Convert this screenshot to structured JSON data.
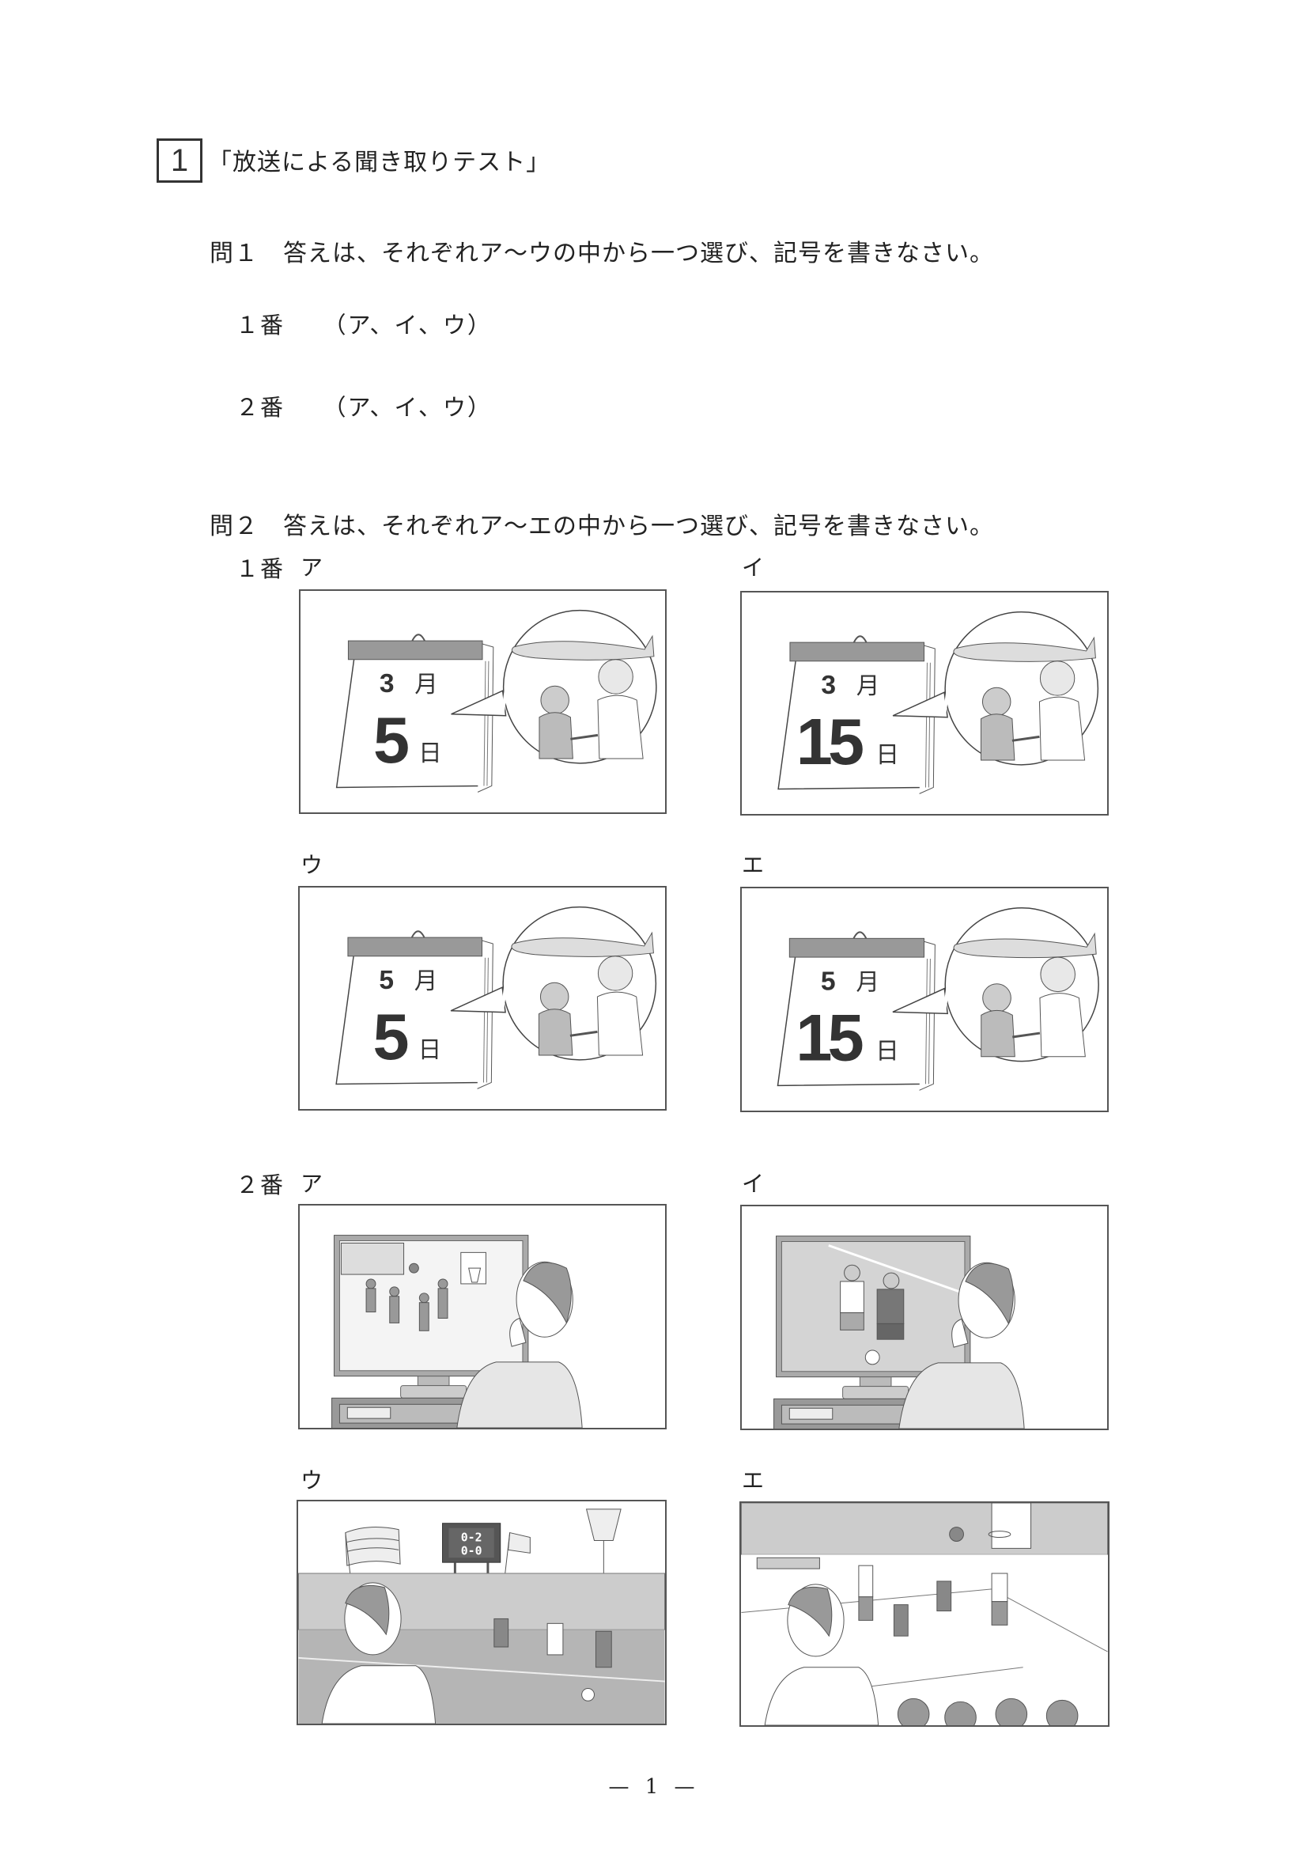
{
  "section": {
    "number": "1",
    "title": "「放送による聞き取りテスト」"
  },
  "q1": {
    "instruction": "問１　答えは、それぞれア～ウの中から一つ選び、記号を書きなさい。",
    "items": [
      {
        "label": "１番",
        "choices": "（ア、イ、ウ）"
      },
      {
        "label": "２番",
        "choices": "（ア、イ、ウ）"
      }
    ]
  },
  "q2": {
    "instruction": "問２　答えは、それぞれア～エの中から一つ選び、記号を書きなさい。",
    "item1": {
      "label": "１番",
      "options": [
        {
          "key": "ア",
          "month": "3",
          "month_unit": "月",
          "day": "5",
          "day_unit": "日",
          "scene": "airport-handshake"
        },
        {
          "key": "イ",
          "month": "3",
          "month_unit": "月",
          "day": "15",
          "day_unit": "日",
          "scene": "airport-handshake"
        },
        {
          "key": "ウ",
          "month": "5",
          "month_unit": "月",
          "day": "5",
          "day_unit": "日",
          "scene": "airport-handshake"
        },
        {
          "key": "エ",
          "month": "5",
          "month_unit": "月",
          "day": "15",
          "day_unit": "日",
          "scene": "airport-handshake"
        }
      ]
    },
    "item2": {
      "label": "２番",
      "options": [
        {
          "key": "ア",
          "scene": "watching-basketball-on-tv"
        },
        {
          "key": "イ",
          "scene": "watching-soccer-on-tv"
        },
        {
          "key": "ウ",
          "scene": "watching-soccer-at-stadium",
          "scoreboard": [
            "0-2",
            "0-0"
          ]
        },
        {
          "key": "エ",
          "scene": "watching-basketball-at-arena"
        }
      ]
    }
  },
  "footer": {
    "page_number": "— 1 —"
  },
  "colors": {
    "ink": "#222222",
    "frame": "#555555",
    "shade_dark": "#8a8a8a",
    "shade_mid": "#b5b5b5",
    "shade_light": "#d8d8d8"
  }
}
